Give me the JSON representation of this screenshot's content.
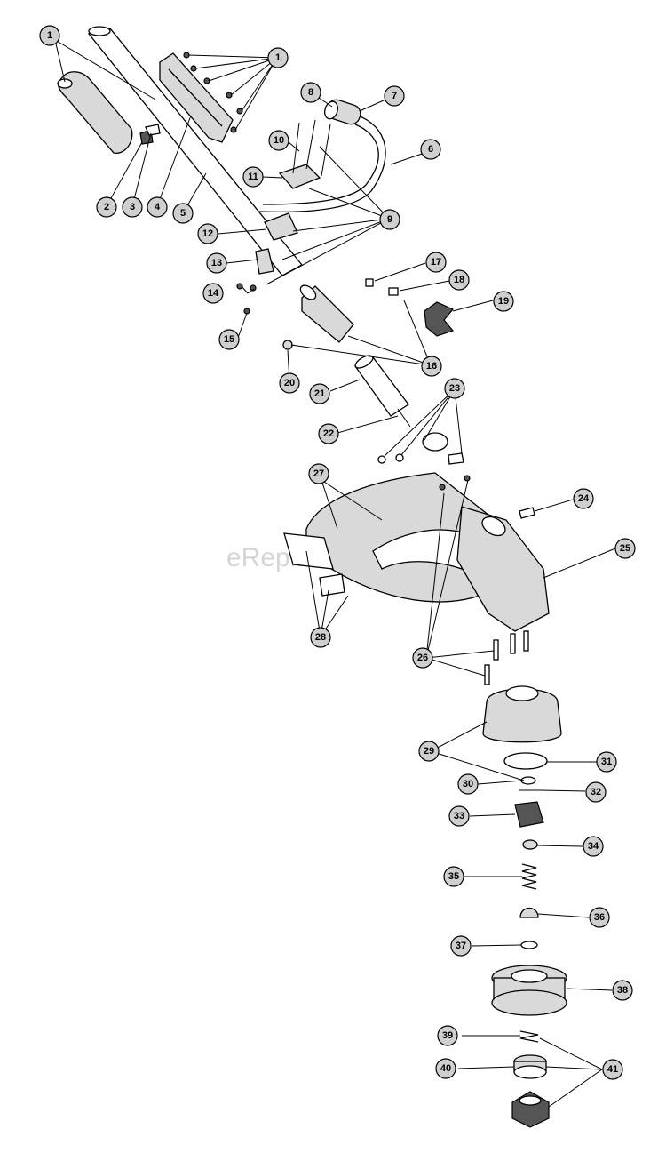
{
  "watermark": "eReplacementParts.com",
  "callouts": {
    "1": "1",
    "2": "2",
    "3": "3",
    "4": "4",
    "5": "5",
    "6": "6",
    "7": "7",
    "8": "8",
    "9": "9",
    "10": "10",
    "11": "11",
    "12": "12",
    "13": "13",
    "14": "14",
    "15": "15",
    "16": "16",
    "17": "17",
    "18": "18",
    "19": "19",
    "20": "20",
    "21": "21",
    "22": "22",
    "23": "23",
    "24": "24",
    "25": "25",
    "26": "26",
    "27": "27",
    "28": "28",
    "29": "29",
    "30": "30",
    "31": "31",
    "32": "32",
    "33": "33",
    "34": "34",
    "35": "35",
    "36": "36",
    "37": "37",
    "38": "38",
    "39": "39",
    "40": "40",
    "41": "41"
  }
}
